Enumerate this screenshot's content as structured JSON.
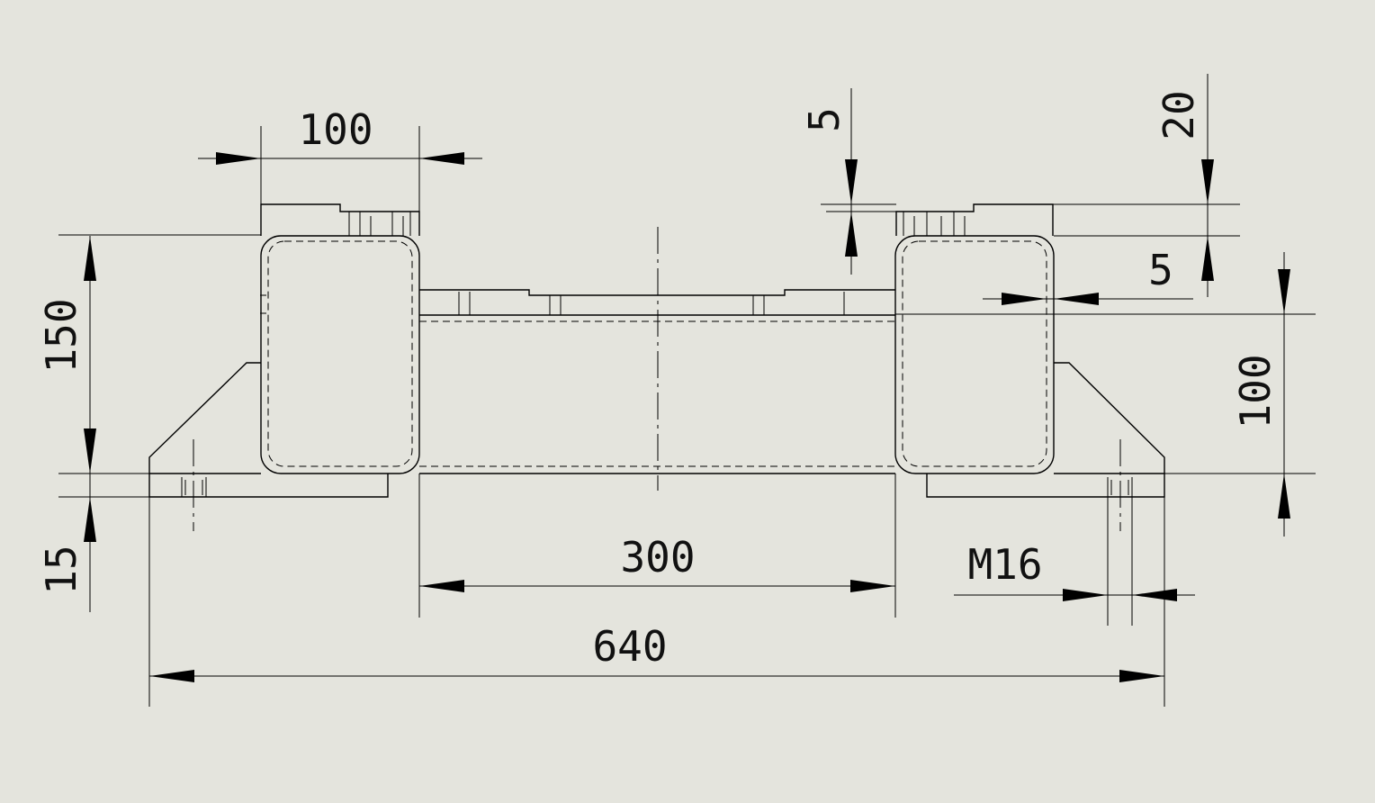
{
  "colors": {
    "background": "#e4e4dd",
    "line": "#000000"
  },
  "dimensions": {
    "top_width": "100",
    "total_height": "150",
    "base_thickness": "15",
    "cap_top": "5",
    "cap_height": "20",
    "wall_offset": "5",
    "beam_height": "100",
    "span": "300",
    "bolt": "M16",
    "overall_width": "640"
  }
}
